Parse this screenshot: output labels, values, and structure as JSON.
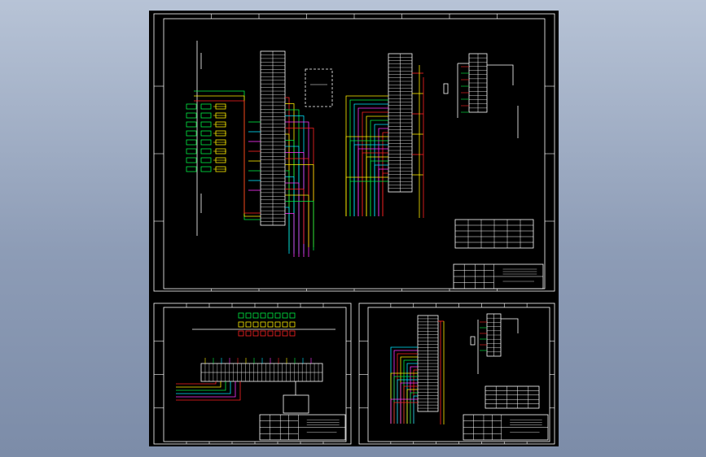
{
  "viewer": {
    "background_top": "#b7c3d6",
    "background_bottom": "#7c8ca8",
    "canvas_color": "#000000"
  },
  "drawing": {
    "frame_color": "#ffffff",
    "terminal_color": "#ffffff",
    "wire_colors": [
      "#ff2222",
      "#ffee00",
      "#00ee44",
      "#00e5ff",
      "#ff33ff",
      "#ffffff"
    ],
    "sheets": [
      {
        "id": "main"
      },
      {
        "id": "lower-left"
      },
      {
        "id": "lower-right"
      }
    ]
  }
}
